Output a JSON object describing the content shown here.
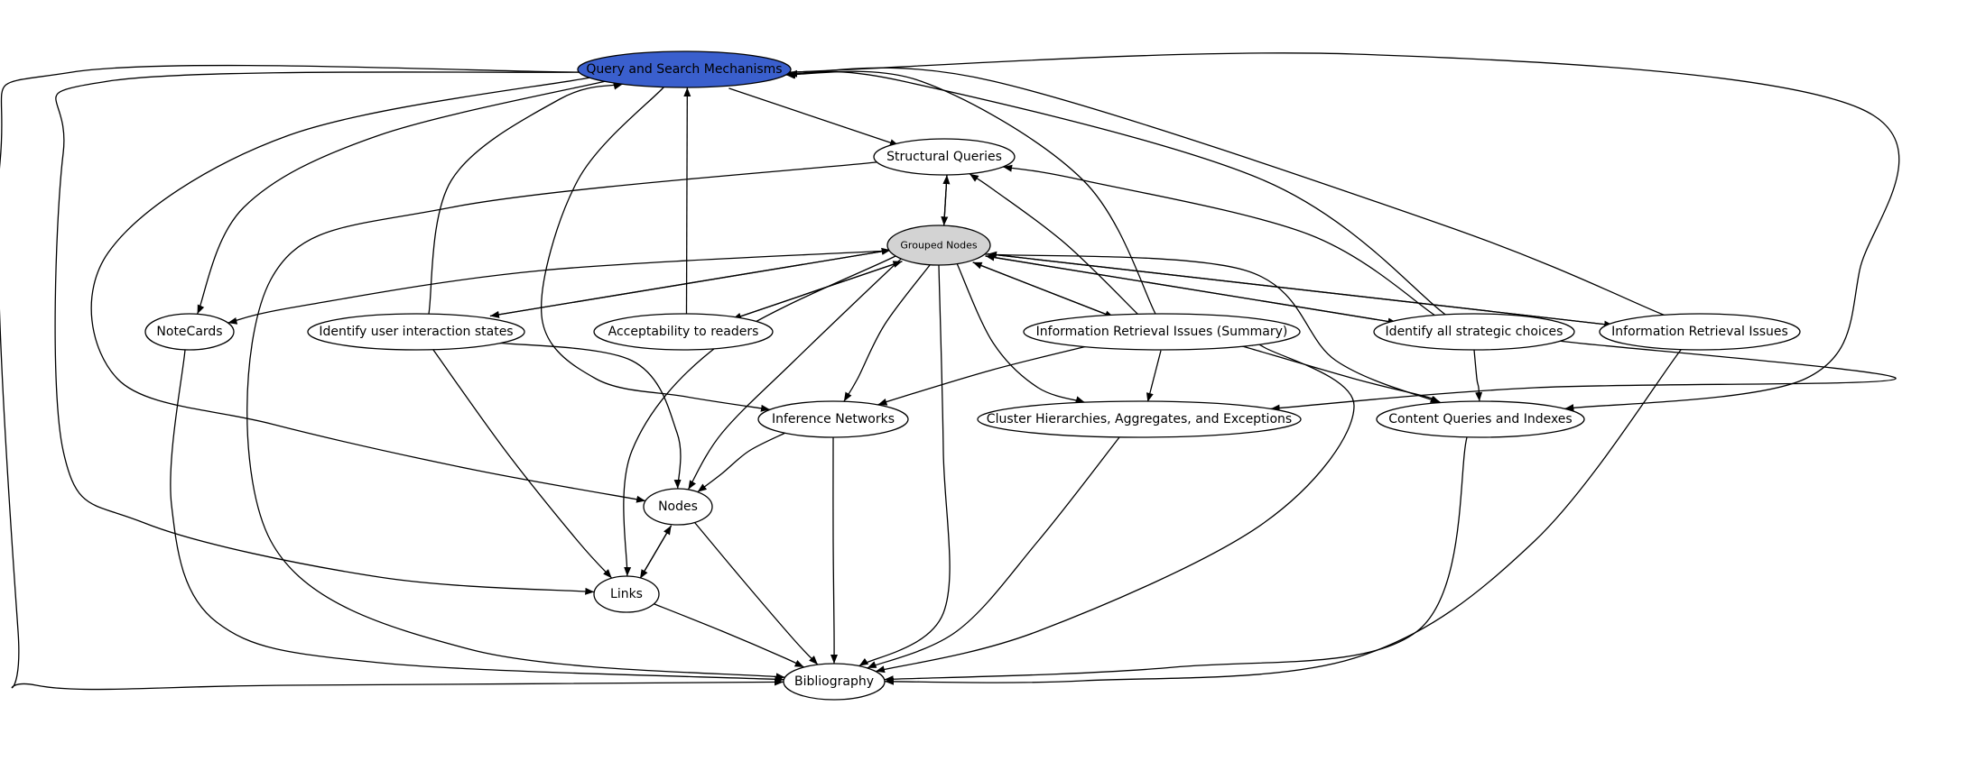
{
  "colors": {
    "highlight_fill": "#3a5fcd",
    "group_fill": "#d3d3d3",
    "default_fill": "#ffffff",
    "edge": "#000000"
  },
  "nodes": [
    {
      "id": "query",
      "label": "Query and Search Mechanisms",
      "style": "highlight"
    },
    {
      "id": "structural",
      "label": "Structural Queries",
      "style": "default"
    },
    {
      "id": "grouped",
      "label": "Grouped Nodes",
      "style": "group"
    },
    {
      "id": "notecards",
      "label": "NoteCards",
      "style": "default"
    },
    {
      "id": "identify_ui",
      "label": "Identify user interaction states",
      "style": "default"
    },
    {
      "id": "accept",
      "label": "Acceptability to readers",
      "style": "default"
    },
    {
      "id": "iris",
      "label": "Information Retrieval Issues (Summary)",
      "style": "default"
    },
    {
      "id": "strategic",
      "label": "Identify all strategic choices",
      "style": "default"
    },
    {
      "id": "iri",
      "label": "Information Retrieval Issues",
      "style": "default"
    },
    {
      "id": "inference",
      "label": "Inference Networks",
      "style": "default"
    },
    {
      "id": "cluster",
      "label": "Cluster Hierarchies, Aggregates, and Exceptions",
      "style": "default"
    },
    {
      "id": "content",
      "label": "Content Queries and Indexes",
      "style": "default"
    },
    {
      "id": "nodes",
      "label": "Nodes",
      "style": "default"
    },
    {
      "id": "links",
      "label": "Links",
      "style": "default"
    },
    {
      "id": "biblio",
      "label": "Bibliography",
      "style": "default"
    }
  ],
  "edges": [
    {
      "from": "query",
      "to": "structural"
    },
    {
      "from": "query",
      "to": "notecards"
    },
    {
      "from": "query",
      "to": "nodes"
    },
    {
      "from": "query",
      "to": "links"
    },
    {
      "from": "query",
      "to": "biblio"
    },
    {
      "from": "query",
      "to": "inference"
    },
    {
      "from": "query",
      "to": "content"
    },
    {
      "from": "identify_ui",
      "to": "query"
    },
    {
      "from": "accept",
      "to": "query"
    },
    {
      "from": "iris",
      "to": "query"
    },
    {
      "from": "strategic",
      "to": "query"
    },
    {
      "from": "iri",
      "to": "query"
    },
    {
      "from": "structural",
      "to": "grouped"
    },
    {
      "from": "grouped",
      "to": "structural"
    },
    {
      "from": "structural",
      "to": "biblio"
    },
    {
      "from": "iris",
      "to": "structural"
    },
    {
      "from": "strategic",
      "to": "structural"
    },
    {
      "from": "grouped",
      "to": "notecards"
    },
    {
      "from": "grouped",
      "to": "identify_ui"
    },
    {
      "from": "identify_ui",
      "to": "grouped"
    },
    {
      "from": "grouped",
      "to": "accept"
    },
    {
      "from": "accept",
      "to": "grouped"
    },
    {
      "from": "grouped",
      "to": "iris"
    },
    {
      "from": "iris",
      "to": "grouped"
    },
    {
      "from": "grouped",
      "to": "strategic"
    },
    {
      "from": "strategic",
      "to": "grouped"
    },
    {
      "from": "grouped",
      "to": "iri"
    },
    {
      "from": "iri",
      "to": "grouped"
    },
    {
      "from": "grouped",
      "to": "inference"
    },
    {
      "from": "grouped",
      "to": "cluster"
    },
    {
      "from": "grouped",
      "to": "content"
    },
    {
      "from": "grouped",
      "to": "nodes"
    },
    {
      "from": "grouped",
      "to": "links"
    },
    {
      "from": "grouped",
      "to": "biblio"
    },
    {
      "from": "notecards",
      "to": "biblio"
    },
    {
      "from": "identify_ui",
      "to": "nodes"
    },
    {
      "from": "identify_ui",
      "to": "links"
    },
    {
      "from": "iris",
      "to": "inference"
    },
    {
      "from": "iris",
      "to": "cluster"
    },
    {
      "from": "iris",
      "to": "content"
    },
    {
      "from": "iris",
      "to": "biblio"
    },
    {
      "from": "strategic",
      "to": "content"
    },
    {
      "from": "strategic",
      "to": "cluster"
    },
    {
      "from": "iri",
      "to": "biblio"
    },
    {
      "from": "inference",
      "to": "nodes"
    },
    {
      "from": "inference",
      "to": "biblio"
    },
    {
      "from": "cluster",
      "to": "biblio"
    },
    {
      "from": "content",
      "to": "biblio"
    },
    {
      "from": "nodes",
      "to": "links"
    },
    {
      "from": "links",
      "to": "nodes"
    },
    {
      "from": "nodes",
      "to": "biblio"
    },
    {
      "from": "links",
      "to": "biblio"
    }
  ]
}
